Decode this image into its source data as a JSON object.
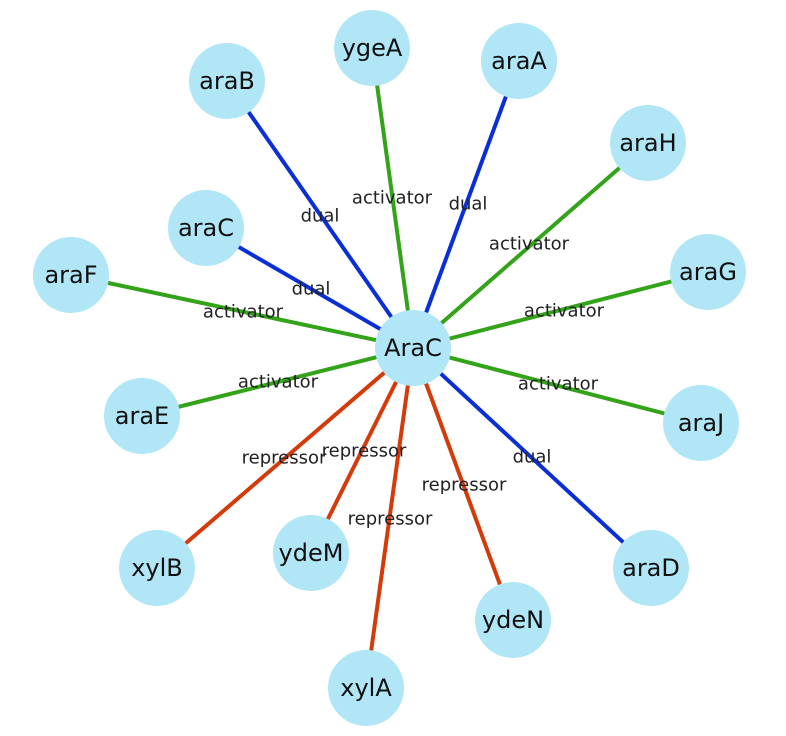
{
  "colors": {
    "dual": "#0a2fd6",
    "activator": "#33a31a",
    "repressor": "#d43b0a",
    "node": "#b0e6f6"
  },
  "hub": {
    "id": "AraC",
    "label": "AraC"
  },
  "nodes": [
    {
      "id": "araB",
      "label": "araB"
    },
    {
      "id": "ygeA",
      "label": "ygeA"
    },
    {
      "id": "araA",
      "label": "araA"
    },
    {
      "id": "araH",
      "label": "araH"
    },
    {
      "id": "araC",
      "label": "araC"
    },
    {
      "id": "araF",
      "label": "araF"
    },
    {
      "id": "araG",
      "label": "araG"
    },
    {
      "id": "araE",
      "label": "araE"
    },
    {
      "id": "araJ",
      "label": "araJ"
    },
    {
      "id": "xylB",
      "label": "xylB"
    },
    {
      "id": "ydeM",
      "label": "ydeM"
    },
    {
      "id": "araD",
      "label": "araD"
    },
    {
      "id": "ydeN",
      "label": "ydeN"
    },
    {
      "id": "xylA",
      "label": "xylA"
    }
  ],
  "edges": [
    {
      "target": "araB",
      "type": "dual",
      "label": "dual"
    },
    {
      "target": "ygeA",
      "type": "activator",
      "label": "activator"
    },
    {
      "target": "araA",
      "type": "dual",
      "label": "dual"
    },
    {
      "target": "araH",
      "type": "activator",
      "label": "activator"
    },
    {
      "target": "araC",
      "type": "dual",
      "label": "dual"
    },
    {
      "target": "araF",
      "type": "activator",
      "label": "activator"
    },
    {
      "target": "araG",
      "type": "activator",
      "label": "activator"
    },
    {
      "target": "araE",
      "type": "activator",
      "label": "activator"
    },
    {
      "target": "araJ",
      "type": "activator",
      "label": "activator"
    },
    {
      "target": "xylB",
      "type": "repressor",
      "label": "repressor"
    },
    {
      "target": "ydeM",
      "type": "repressor",
      "label": "repressor"
    },
    {
      "target": "araD",
      "type": "dual",
      "label": "dual"
    },
    {
      "target": "ydeN",
      "type": "repressor",
      "label": "repressor"
    },
    {
      "target": "xylA",
      "type": "repressor",
      "label": "repressor"
    }
  ]
}
